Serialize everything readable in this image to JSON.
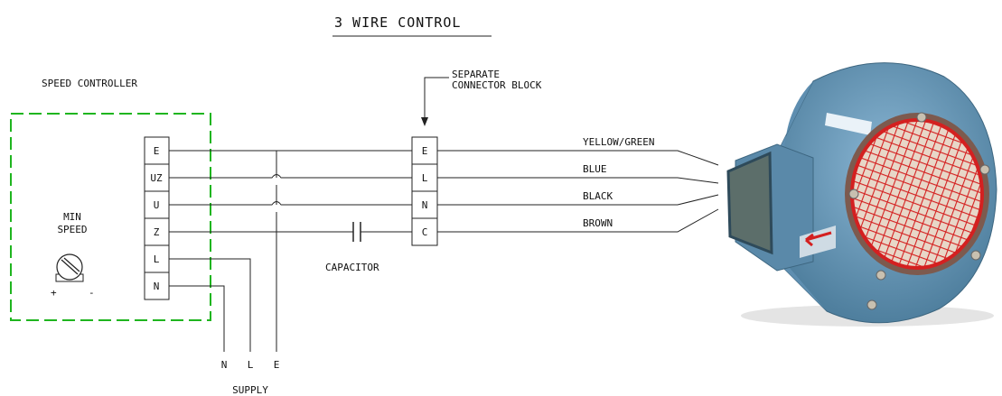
{
  "title": "3 WIRE CONTROL",
  "speed_controller": {
    "label": "SPEED CONTROLLER",
    "terminals": [
      "E",
      "UZ",
      "U",
      "Z",
      "L",
      "N"
    ],
    "min_speed_line1": "MIN",
    "min_speed_line2": "SPEED",
    "plus": "+",
    "minus": "-"
  },
  "connector_block": {
    "label_line1": "SEPARATE",
    "label_line2": "CONNECTOR BLOCK",
    "terminals": [
      "E",
      "L",
      "N",
      "C"
    ]
  },
  "wires": [
    "YELLOW/GREEN",
    "BLUE",
    "BLACK",
    "BROWN"
  ],
  "capacitor_label": "CAPACITOR",
  "supply": {
    "terminals": [
      "N",
      "L",
      "E"
    ],
    "label": "SUPPLY"
  },
  "colors": {
    "controller_border": "#1fb51f",
    "fan_body": "#6f9fc0",
    "fan_guard": "#d42020"
  }
}
